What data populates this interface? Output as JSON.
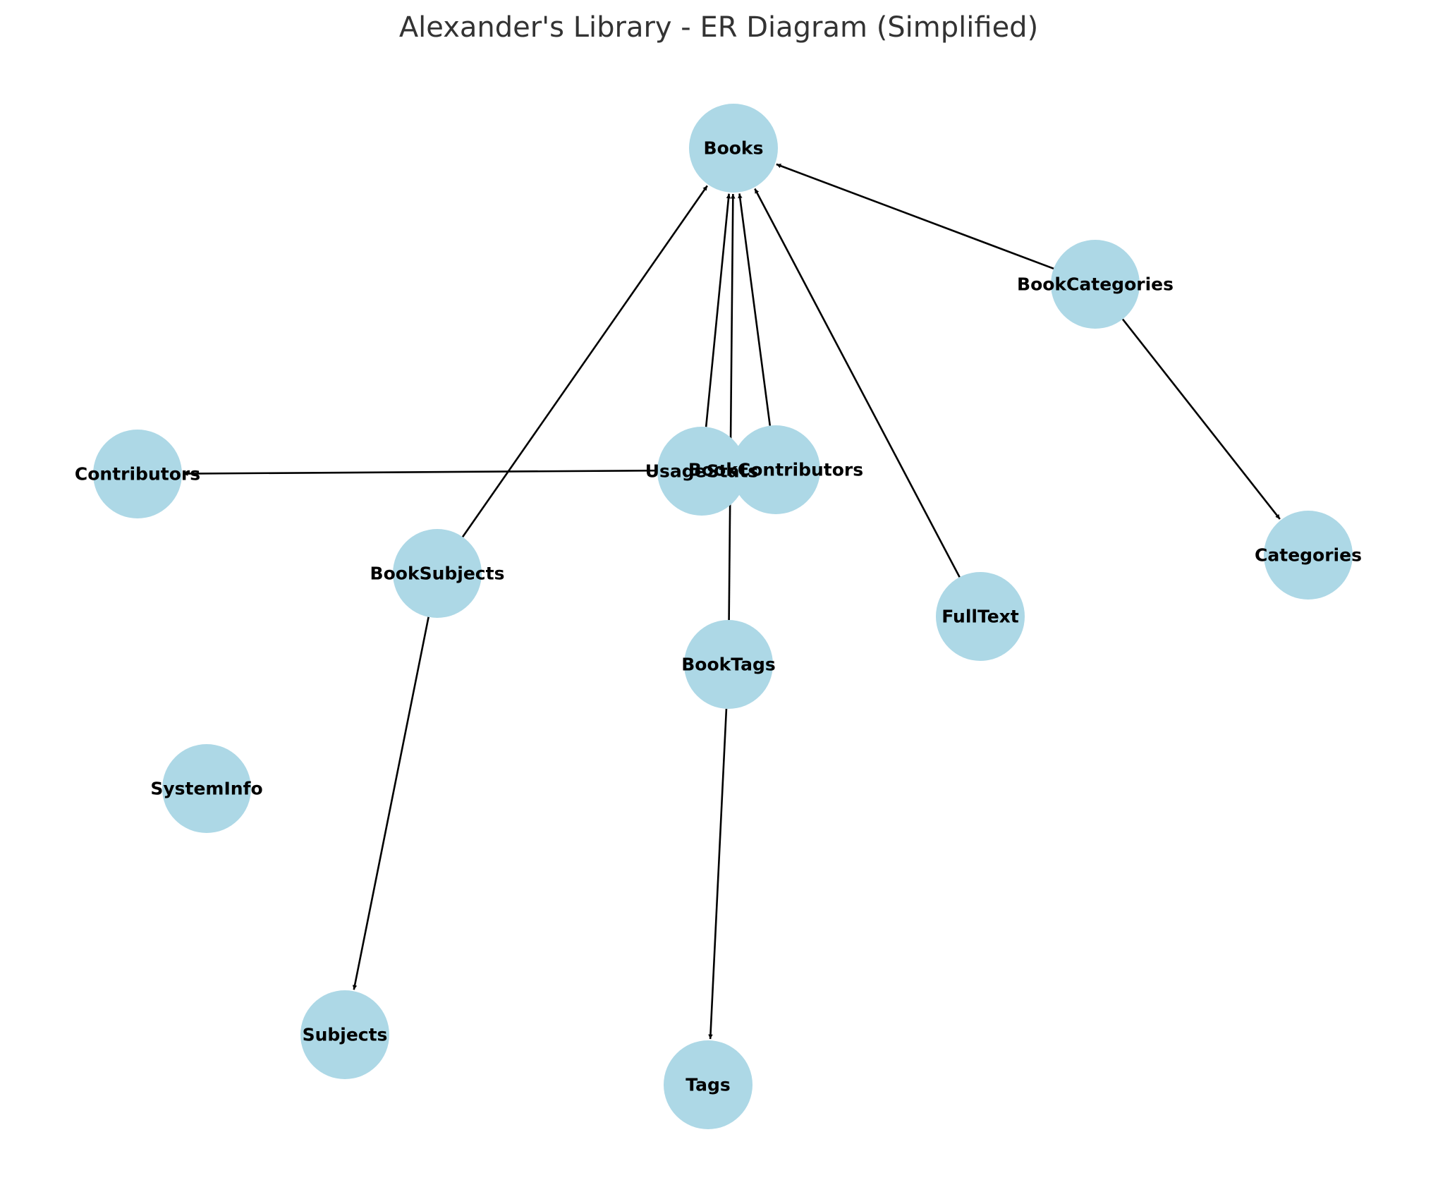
{
  "title": "Alexander's Library - ER Diagram (Simplified)",
  "colors": {
    "node_fill": "#add8e6",
    "edge": "#000000",
    "title": "#333333",
    "label": "#000000"
  },
  "nodes": [
    {
      "id": "Books",
      "label": "Books"
    },
    {
      "id": "BookCategories",
      "label": "BookCategories"
    },
    {
      "id": "Contributors",
      "label": "Contributors"
    },
    {
      "id": "UsageStats",
      "label": "UsageStats"
    },
    {
      "id": "BookContributors",
      "label": "BookContributors"
    },
    {
      "id": "Categories",
      "label": "Categories"
    },
    {
      "id": "BookSubjects",
      "label": "BookSubjects"
    },
    {
      "id": "FullText",
      "label": "FullText"
    },
    {
      "id": "BookTags",
      "label": "BookTags"
    },
    {
      "id": "SystemInfo",
      "label": "SystemInfo"
    },
    {
      "id": "Subjects",
      "label": "Subjects"
    },
    {
      "id": "Tags",
      "label": "Tags"
    }
  ],
  "edges": [
    {
      "from": "BookCategories",
      "to": "Books"
    },
    {
      "from": "BookCategories",
      "to": "Categories"
    },
    {
      "from": "BookSubjects",
      "to": "Books"
    },
    {
      "from": "BookSubjects",
      "to": "Subjects"
    },
    {
      "from": "UsageStats",
      "to": "Books"
    },
    {
      "from": "BookContributors",
      "to": "Books"
    },
    {
      "from": "BookContributors",
      "to": "Contributors"
    },
    {
      "from": "BookTags",
      "to": "Books"
    },
    {
      "from": "BookTags",
      "to": "Tags"
    },
    {
      "from": "FullText",
      "to": "Books"
    }
  ]
}
